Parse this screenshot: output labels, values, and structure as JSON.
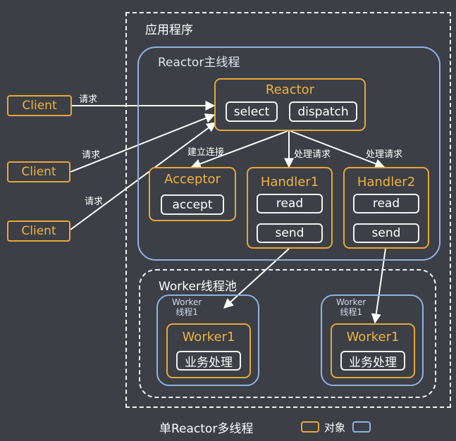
{
  "app_label": "应用程序",
  "reactor_thread": {
    "label": "Reactor主线程",
    "reactor": {
      "title": "Reactor",
      "select": "select",
      "dispatch": "dispatch"
    },
    "acceptor": {
      "title": "Acceptor",
      "method": "accept"
    },
    "handler1": {
      "title": "Handler1",
      "read": "read",
      "send": "send"
    },
    "handler2": {
      "title": "Handler2",
      "read": "read",
      "send": "send"
    }
  },
  "clients": [
    {
      "label": "Client",
      "edge_label": "请求"
    },
    {
      "label": "Client",
      "edge_label": "请求"
    },
    {
      "label": "Client",
      "edge_label": "请求"
    }
  ],
  "edge_labels": {
    "establish": "建立连接",
    "process1": "处理请求",
    "process2": "处理请求"
  },
  "worker_pool": {
    "label": "Worker线程池",
    "workers": [
      {
        "thread_label": "Worker\n线程1",
        "title": "Worker1",
        "task": "业务处理"
      },
      {
        "thread_label": "Worker\n线程1",
        "title": "Worker1",
        "task": "业务处理"
      }
    ]
  },
  "footer": {
    "caption": "单Reactor多线程",
    "legend_object": "对象"
  },
  "colors": {
    "orange": "#e6a837",
    "blue": "#8fb2e6",
    "bg": "#3c3f45"
  }
}
